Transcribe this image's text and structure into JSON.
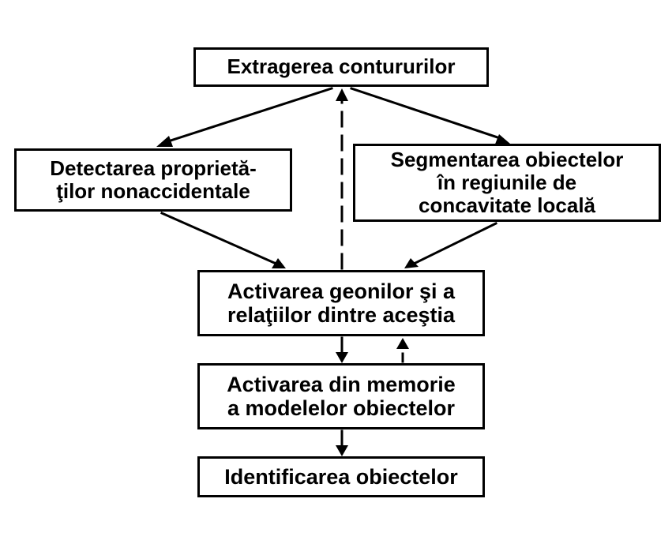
{
  "nodes": {
    "extract": {
      "lines": [
        "Extragerea contururilor"
      ]
    },
    "detect": {
      "lines": [
        "Detectarea proprietă-",
        "ţilor nonaccidentale"
      ]
    },
    "segment": {
      "lines": [
        "Segmentarea obiectelor",
        "în regiunile de",
        "concavitate locală"
      ]
    },
    "geons": {
      "lines": [
        "Activarea geonilor şi a",
        "relaţiilor dintre aceştia"
      ]
    },
    "models": {
      "lines": [
        "Activarea din memorie",
        "a modelelor obiectelor"
      ]
    },
    "identify": {
      "lines": [
        "Identificarea obiectelor"
      ]
    }
  },
  "edges": [
    {
      "from": "extract",
      "to": "detect",
      "style": "solid"
    },
    {
      "from": "extract",
      "to": "segment",
      "style": "solid"
    },
    {
      "from": "detect",
      "to": "geons",
      "style": "solid"
    },
    {
      "from": "segment",
      "to": "geons",
      "style": "solid"
    },
    {
      "from": "geons",
      "to": "models",
      "style": "solid"
    },
    {
      "from": "models",
      "to": "geons",
      "style": "dashed"
    },
    {
      "from": "geons",
      "to": "extract",
      "style": "dashed"
    },
    {
      "from": "models",
      "to": "identify",
      "style": "solid"
    }
  ],
  "colors": {
    "ink": "#000000",
    "background": "#ffffff"
  }
}
